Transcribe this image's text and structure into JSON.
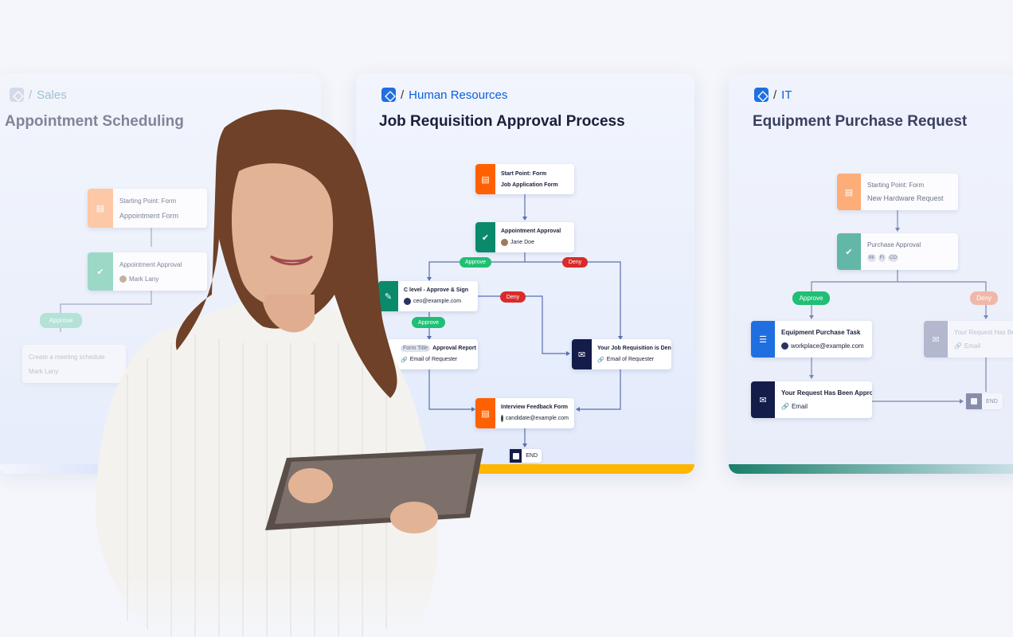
{
  "cards": {
    "sales": {
      "category": "Sales",
      "title": "Appointment Scheduling",
      "nodes": [
        {
          "line1": "Starting Point: Form",
          "line2": "Appointment Form"
        },
        {
          "line1": "Appointment Approval",
          "line2": "Mark Lany"
        },
        {
          "line1": "Create a meeting schedule",
          "line2": "Mark Lany"
        }
      ],
      "approve_label": "Approve",
      "bar_color": "#8fb0ff"
    },
    "hr": {
      "category": "Human Resources",
      "title": "Job Requisition Approval Process",
      "nodes": [
        {
          "line1": "Start Point: Form",
          "line2": "Job Application Form"
        },
        {
          "line1": "Appointment Approval",
          "line2": "Jane Doe"
        },
        {
          "line1": "C level - Approve & Sign",
          "line2": "ceo@example.com"
        },
        {
          "chip": "Form Title",
          "line1": "Approval Report",
          "line2": "Email of Requester"
        },
        {
          "line1": "Your Job Requisition is Denied",
          "line2": "Email of Requester"
        },
        {
          "line1": "Interview Feedback Form",
          "line2": "candidate@example.com"
        }
      ],
      "approve_label": "Approve",
      "deny_label": "Deny",
      "end_label": "END",
      "bar_color": "#ffb600"
    },
    "it": {
      "category": "IT",
      "title": "Equipment Purchase Request",
      "nodes": [
        {
          "line1": "Starting Point: Form",
          "line2": "New Hardware Request"
        },
        {
          "line1": "Purchase Approval",
          "avatars": [
            "M/",
            "FI",
            "CO"
          ]
        },
        {
          "line1": "Equipment Purchase Task",
          "line2": "workplace@example.com"
        },
        {
          "line1": "Your Request Has Been Appro...",
          "line2": "Email"
        },
        {
          "line1": "Your Request Has Bee",
          "line2": "Email"
        }
      ],
      "approve_label": "Approve",
      "deny_label": "Deny",
      "end_label": "END",
      "bar_color": "#1a7f6a"
    }
  },
  "colors": {
    "orange": "#ff6100",
    "green": "#0a8a6b",
    "navy": "#141c4a",
    "blue": "#1f6fe0",
    "approve": "#1fbf75",
    "deny": "#d92b2b"
  }
}
